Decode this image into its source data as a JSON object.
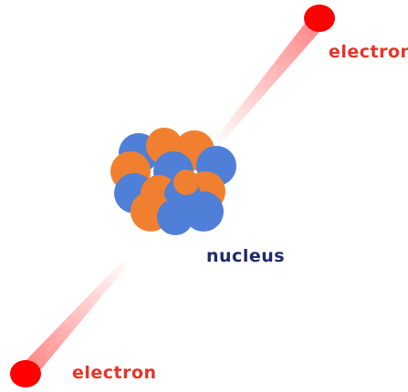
{
  "labels": {
    "electron_top": "electron",
    "nucleus": "nucleus",
    "electron_bottom": "electron"
  },
  "colors": {
    "electron": "#ff0000",
    "electron_label": "#e8322a",
    "nucleus_label": "#1f2a6b",
    "proton": "#f08030",
    "neutron": "#4f7fd6",
    "trail": "#ff5a5a"
  },
  "particles": {
    "electron_count": 2,
    "nucleus_particle_count": 14
  }
}
